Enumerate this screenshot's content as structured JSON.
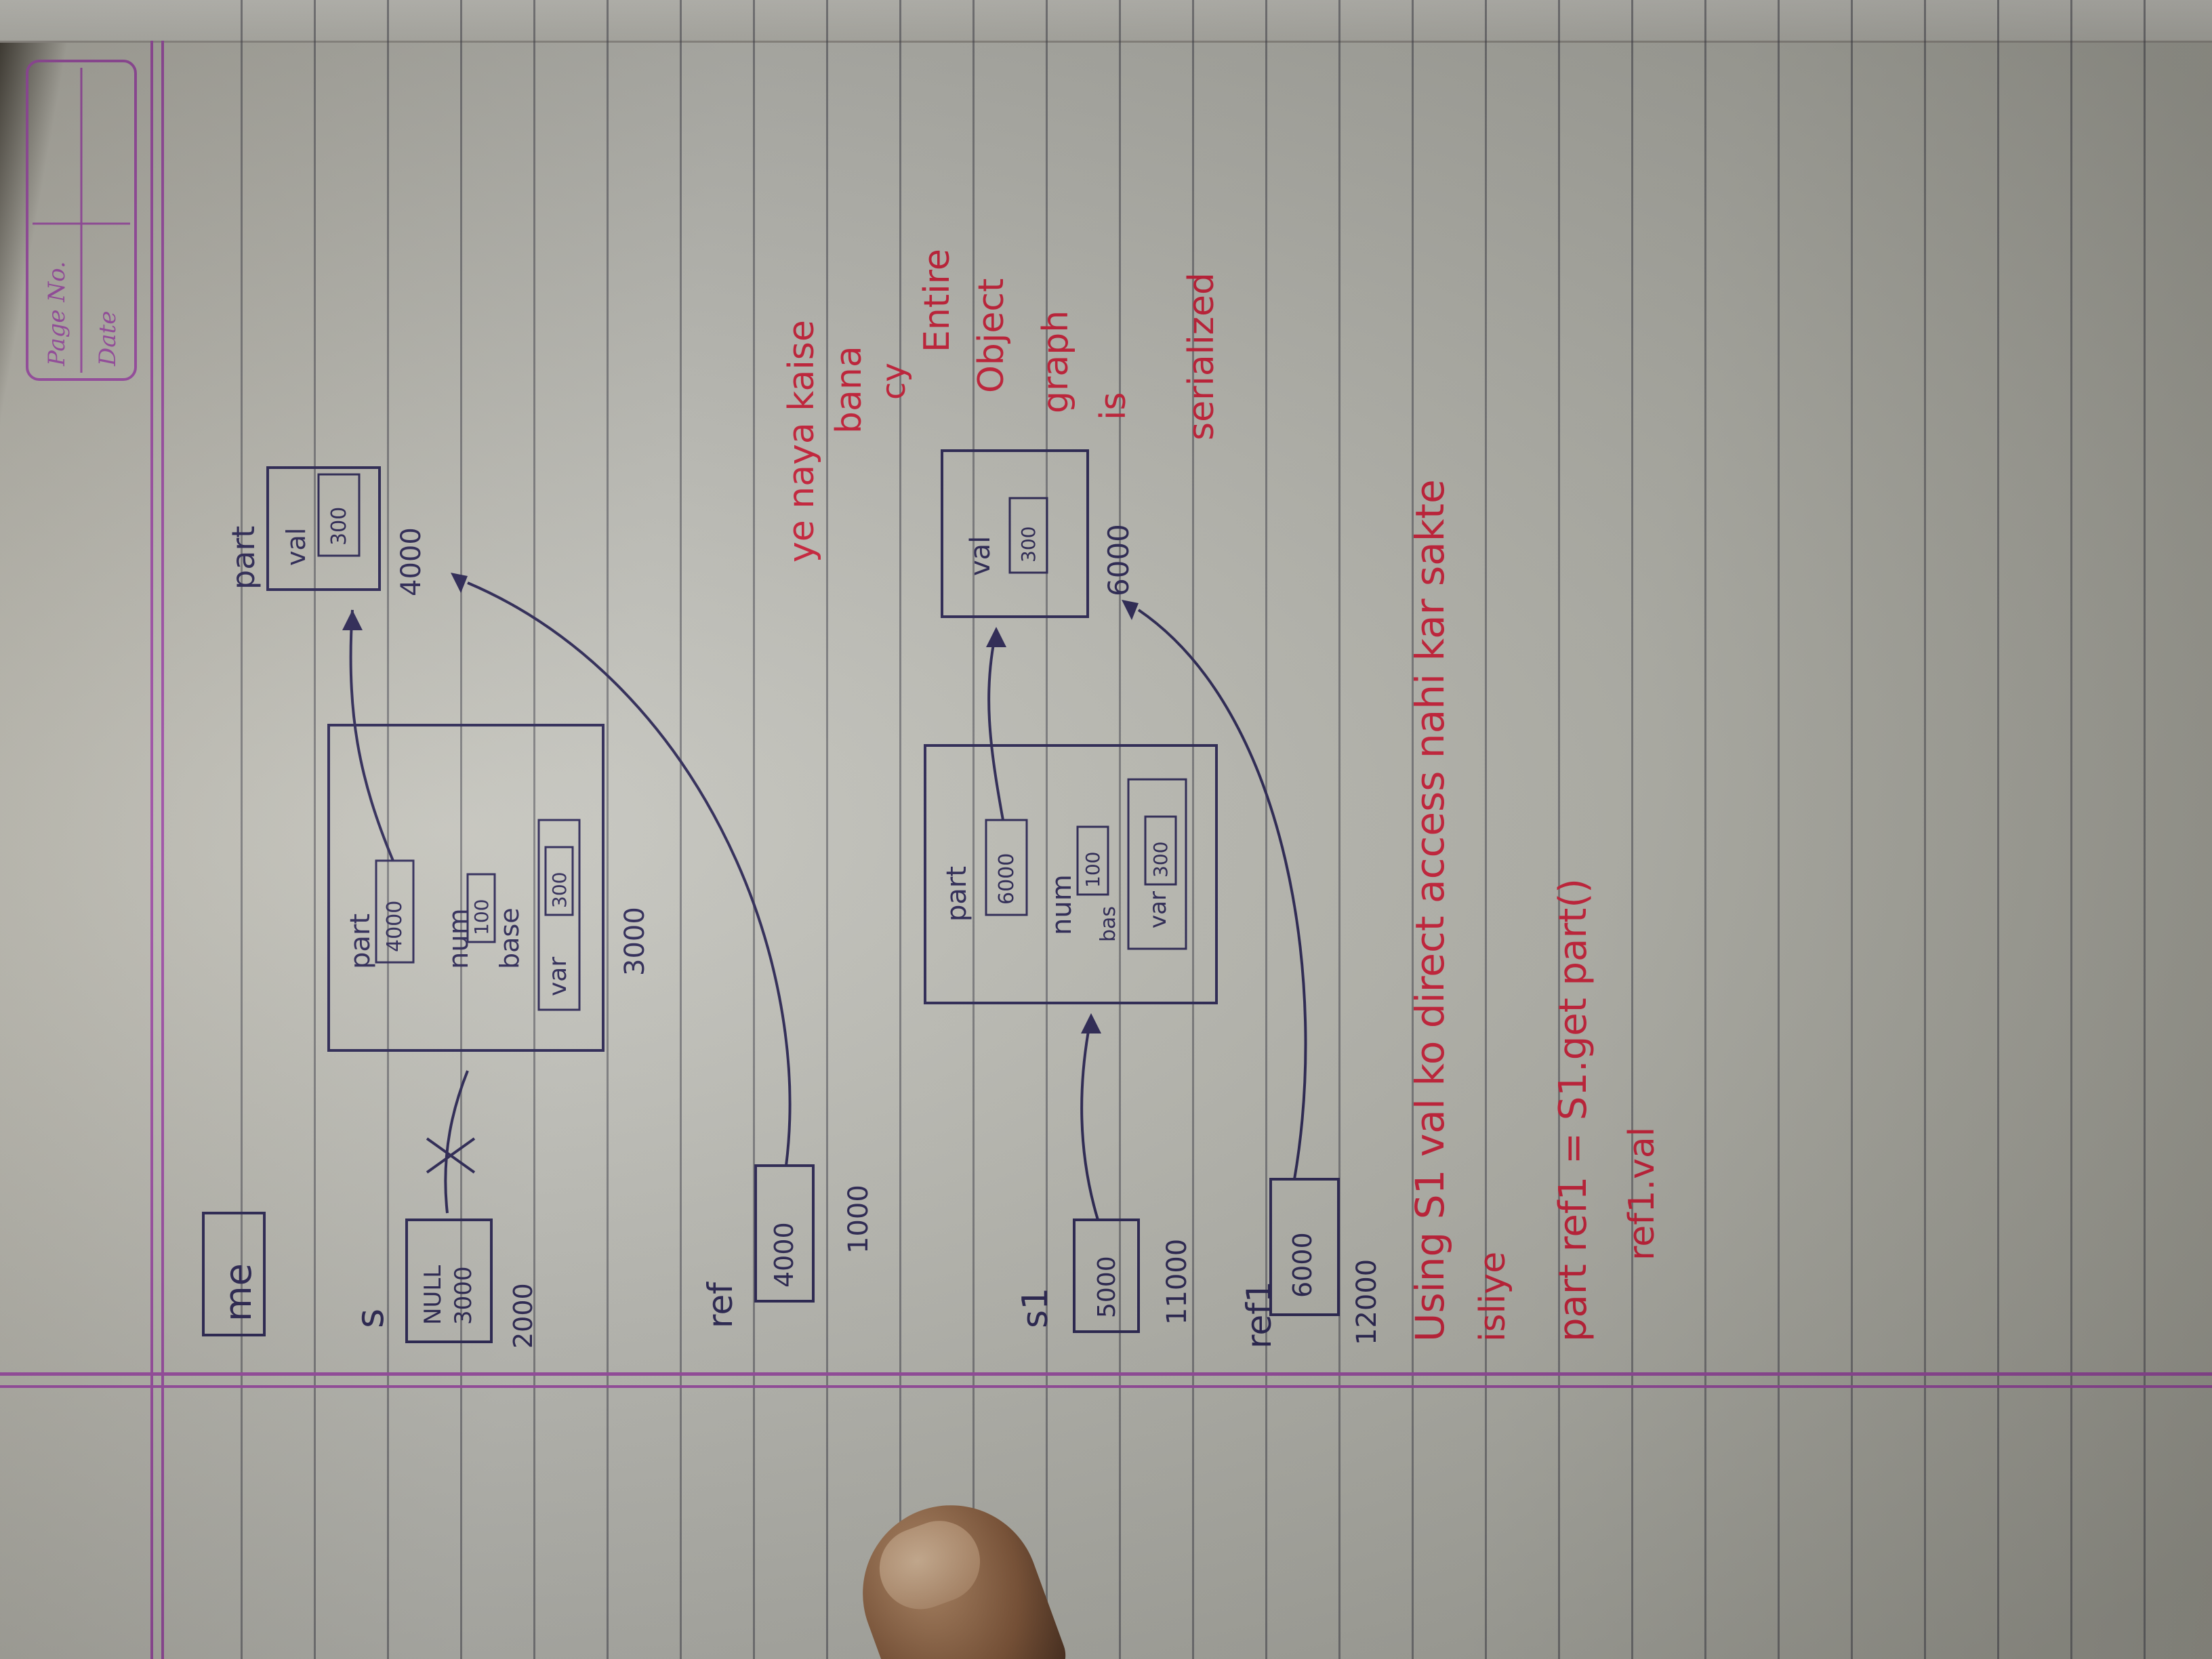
{
  "header_box": {
    "page_no_label": "Page No.",
    "date_label": "Date"
  },
  "top": {
    "label_me": "me",
    "var_s": "s",
    "s_box_values": [
      "NULL",
      "3000"
    ],
    "s_addr": "2000",
    "obj1_fields": {
      "part": "part",
      "part_val": "4000",
      "num": "num",
      "num_val": "100",
      "base": "base",
      "var": "var",
      "var_val": "300"
    },
    "obj1_addr": "3000",
    "part_obj": {
      "title": "part",
      "field": "val",
      "val": "300",
      "addr": "4000"
    },
    "ref": {
      "label": "ref",
      "val": "4000",
      "addr": "1000"
    }
  },
  "bottom": {
    "var_s1": "s1",
    "s1_val": "5000",
    "s1_addr": "11000",
    "obj2_fields": {
      "part": "part",
      "part_val": "6000",
      "num": "num",
      "num_val": "100",
      "bas": "bas",
      "var": "var",
      "var_val": "300"
    },
    "part_obj2": {
      "field": "val",
      "val": "300",
      "addr": "6000"
    },
    "ref1": {
      "label": "ref1",
      "val": "6000",
      "addr": "12000"
    }
  },
  "red_notes": [
    "ye naya kaise",
    "bana",
    "cy",
    "Entire",
    "Object",
    "graph",
    "is",
    "serialized"
  ],
  "red_bottom_notes": [
    "Using S1 val ko direct access nahi kar sakte",
    "isliye",
    "part ref1 = S1.get part()",
    "ref1.val"
  ],
  "colors": {
    "ink": "#2a2554",
    "red_ink": "#d2203a",
    "margin": "#a04fa8"
  }
}
